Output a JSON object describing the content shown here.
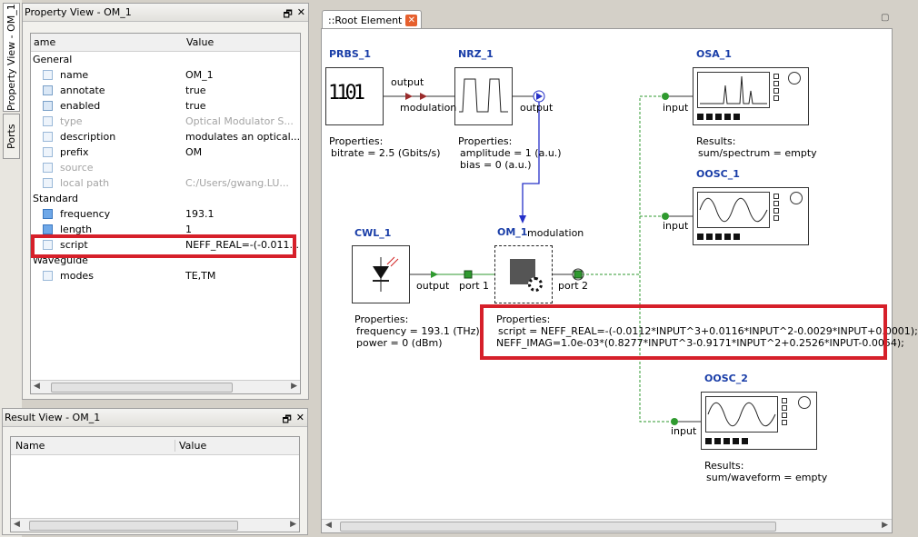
{
  "vtabs": {
    "property_view": "Property View - OM_1",
    "ports": "Ports"
  },
  "property_view": {
    "title": "Property View - OM_1",
    "col_name": "ame",
    "col_value": "Value",
    "sections": {
      "general": "General",
      "standard": "Standard",
      "waveguide": "Waveguide"
    },
    "rows": [
      {
        "name": "name",
        "value": "OM_1",
        "icon": "doc-icon"
      },
      {
        "name": "annotate",
        "value": "true",
        "icon": "checkbox-icon"
      },
      {
        "name": "enabled",
        "value": "true",
        "icon": "checkbox-icon"
      },
      {
        "name": "type",
        "value": "Optical Modulator S...",
        "icon": "doc-icon"
      },
      {
        "name": "description",
        "value": "modulates an optical...",
        "icon": "doc-icon"
      },
      {
        "name": "prefix",
        "value": "OM",
        "icon": "doc-icon"
      },
      {
        "name": "source",
        "value": "",
        "icon": "doc-icon"
      },
      {
        "name": "local path",
        "value": "C:/Users/gwang.LU...",
        "icon": "doc-icon"
      },
      {
        "name": "frequency",
        "value": "193.1",
        "icon": "square-icon"
      },
      {
        "name": "length",
        "value": "1",
        "icon": "square-icon"
      },
      {
        "name": "script",
        "value": "NEFF_REAL=-(-0.011...",
        "icon": "doc-icon"
      },
      {
        "name": "modes",
        "value": "TE,TM",
        "icon": "doc-icon"
      }
    ]
  },
  "result_view": {
    "title": "Result View - OM_1",
    "col_name": "Name",
    "col_value": "Value"
  },
  "canvas": {
    "tab_label": "::Root Element",
    "prbs": {
      "name": "PRBS_1",
      "bits": "1101",
      "props_title": "Properties:",
      "props": "bitrate = 2.5 (Gbits/s)",
      "out": "output"
    },
    "nrz": {
      "name": "NRZ_1",
      "in": "modulation",
      "out": "output",
      "props_title": "Properties:",
      "props1": "amplitude = 1 (a.u.)",
      "props2": "bias = 0 (a.u.)"
    },
    "osa": {
      "name": "OSA_1",
      "in": "input",
      "res_title": "Results:",
      "res": "sum/spectrum = empty"
    },
    "oosc1": {
      "name": "OOSC_1",
      "in": "input"
    },
    "cwl": {
      "name": "CWL_1",
      "out": "output",
      "props_title": "Properties:",
      "props1": "frequency = 193.1 (THz)",
      "props2": "power = 0 (dBm)"
    },
    "om": {
      "name": "OM_1",
      "mod": "modulation",
      "p1": "port 1",
      "p2": "port 2",
      "props_title": "Properties:",
      "props1": "script = NEFF_REAL=-(-0.0112*INPUT^3+0.0116*INPUT^2-0.0029*INPUT+0.0001);",
      "props2": "NEFF_IMAG=1.0e-03*(0.8277*INPUT^3-0.9171*INPUT^2+0.2526*INPUT-0.0054);"
    },
    "oosc2": {
      "name": "OOSC_2",
      "in": "input",
      "res_title": "Results:",
      "res": "sum/waveform = empty"
    }
  },
  "colors": {
    "highlight": "#d6202a",
    "label_blue": "#1a3ea8",
    "optical_link": "#2f9a2f",
    "electrical_link": "#2530c8"
  }
}
